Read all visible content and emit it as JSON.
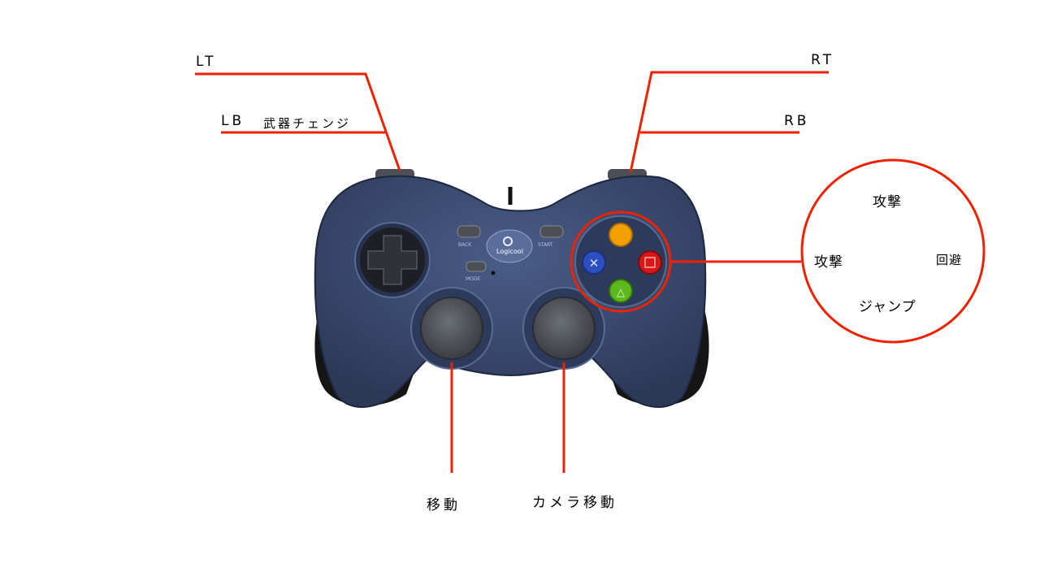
{
  "labels": {
    "lt": "LT",
    "lb": "LB",
    "lb_action": "武器チェンジ",
    "rt": "RT",
    "rb": "RB",
    "left_stick": "移動",
    "right_stick": "カメラ移動"
  },
  "face_buttons": {
    "top": "攻撃",
    "left": "攻撃",
    "right": "回避",
    "bottom": "ジャンプ"
  },
  "controller": {
    "back_label": "BACK",
    "start_label": "START",
    "mode_label": "MODE",
    "logo_text": "Logicool"
  },
  "colors": {
    "callout": "#ee2200",
    "body": "#3b4c72",
    "yellow_button": "#f2a000",
    "blue_button": "#2d4fc0",
    "red_button": "#d81818",
    "green_button": "#5cb81c"
  }
}
